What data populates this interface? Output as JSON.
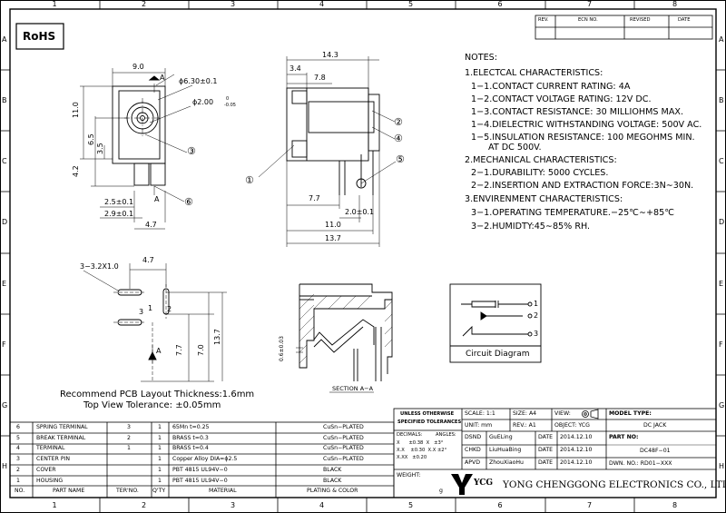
{
  "grid": {
    "columns": [
      "1",
      "2",
      "3",
      "4",
      "5",
      "6",
      "7",
      "8"
    ],
    "rows": [
      "A",
      "B",
      "C",
      "D",
      "E",
      "F",
      "G",
      "H"
    ]
  },
  "badge": "RoHS",
  "revision_block": {
    "headers": [
      "REV.",
      "ECN NO.",
      "REVISED",
      "DATE"
    ]
  },
  "notes": {
    "title": "NOTES:",
    "lines": [
      "1.ELECTCAL CHARACTERISTICS:",
      "1−1.CONTACT CURRENT RATING:   4A",
      "1−2.CONTACT VOLTAGE RATING: 12V DC.",
      "1−3.CONTACT RESISTANCE: 30 MILLIOHMS MAX.",
      "1−4.DIELECTRIC WITHSTANDING VOLTAGE: 500V AC.",
      "1−5.INSULATION RESISTANCE: 100 MEGOHMS MIN.",
      "AT DC 500V.",
      "2.MECHANICAL CHARACTERISTICS:",
      "2−1.DURABILITY: 5000 CYCLES.",
      "2−2.INSERTION AND EXTRACTION FORCE:3N∼30N.",
      "3.ENVIRENMENT CHARACTERISTICS:",
      "3−1.OPERATING TEMPERATURE.−25℃∼+85℃",
      "3−2.HUMIDTY:45∼85% RH."
    ]
  },
  "front_view": {
    "width": "9.0",
    "height": "11.0",
    "d1": "6.5",
    "d2": "3.5",
    "d3": "4.2",
    "phi1": "ϕ6.30±0.1",
    "phi2_main": "ϕ2.00",
    "phi2_tol_up": "0",
    "phi2_tol_down": "-0.05",
    "pitch1": "2.5±0.1",
    "pitch2": "2.9±0.1",
    "pitch3": "4.7",
    "section_mark": "A"
  },
  "side_view": {
    "length": "14.3",
    "d1": "3.4",
    "d2": "7.8",
    "d3": "7.7",
    "d4": "2.0±0.1",
    "d5": "11.0",
    "d6": "13.7"
  },
  "callouts": [
    "①",
    "②",
    "③",
    "④",
    "⑤",
    "⑥"
  ],
  "pcb_layout": {
    "slot": "3−3.2X1.0",
    "pitch": "4.7",
    "d1": "7.7",
    "d2": "7.0",
    "d3": "13.7",
    "pin_labels": [
      "1",
      "2",
      "3"
    ],
    "section_mark": "A",
    "caption1": "Recommend PCB Layout Thickness:1.6mm",
    "caption2": "Top View Tolerance: ±0.05mm"
  },
  "section": {
    "label": "SECTION A−A",
    "dim": "0.6±0.03"
  },
  "circuit": {
    "title": "Circuit Diagram",
    "pins": [
      "1",
      "2",
      "3"
    ]
  },
  "parts": {
    "headers": [
      "NO.",
      "PART NAME",
      "TER'NO.",
      "Q'TY",
      "MATERIAL",
      "PLATING & COLOR"
    ],
    "rows": [
      {
        "no": "6",
        "name": "SPRING TERMINAL",
        "ter": "3",
        "qty": "1",
        "material": "65Mn t=0.25",
        "plating": "CuSn−PLATED"
      },
      {
        "no": "5",
        "name": "BREAK TERMINAL",
        "ter": "2",
        "qty": "1",
        "material": "BRASS t=0.3",
        "plating": "CuSn−PLATED"
      },
      {
        "no": "4",
        "name": "TERMINAL",
        "ter": "1",
        "qty": "1",
        "material": "BRASS t=0.4",
        "plating": "CuSn−PLATED"
      },
      {
        "no": "3",
        "name": "CENTER PIN",
        "ter": "",
        "qty": "1",
        "material": "Copper Alloy DIA=ϕ2.5",
        "plating": "CuSn−PLATED"
      },
      {
        "no": "2",
        "name": "COVER",
        "ter": "",
        "qty": "1",
        "material": "PBT 4815 UL94V−0",
        "plating": "BLACK"
      },
      {
        "no": "1",
        "name": "HOUSING",
        "ter": "",
        "qty": "1",
        "material": "PBT 4815 UL94V−0",
        "plating": "BLACK"
      }
    ]
  },
  "title_block": {
    "tol_title1": "UNLESS OTHERWISE",
    "tol_title2": "SPECIFIED TOLERANCES",
    "decimals_label": "DECIMALS:",
    "angles_label": "ANGLES:",
    "tol_rows": [
      "X      ±0.38  X   ±3°",
      "X.X    ±0.30  X.X ±2°",
      "X.XX   ±0.20"
    ],
    "weight_label": "WEIGHT:",
    "weight_unit": "g",
    "scale": "SCALE: 1:1",
    "size": "SIZE: A4",
    "view": "VIEW:",
    "unit": "UNIT: mm",
    "rev": "REV.: A1",
    "object": "OBJECT: YCG",
    "model_type_label": "MODEL TYPE:",
    "model_type": "DC JACK",
    "part_no_label": "PART NO:",
    "part_no": "DC48F−01",
    "dwn_no": "DWN. NO.: RD01−XXX",
    "signoffs": [
      {
        "role": "DSND",
        "name": "GuELing",
        "date_label": "DATE",
        "date": "2014.12.10"
      },
      {
        "role": "CHKD",
        "name": "LiuHuaBing",
        "date_label": "DATE",
        "date": "2014.12.10"
      },
      {
        "role": "APVD",
        "name": "ZhouXiaoHu",
        "date_label": "DATE",
        "date": "2014.12.10"
      }
    ],
    "logo": "YCG",
    "company": "YONG CHENGGONG ELECTRONICS CO., LTD."
  }
}
